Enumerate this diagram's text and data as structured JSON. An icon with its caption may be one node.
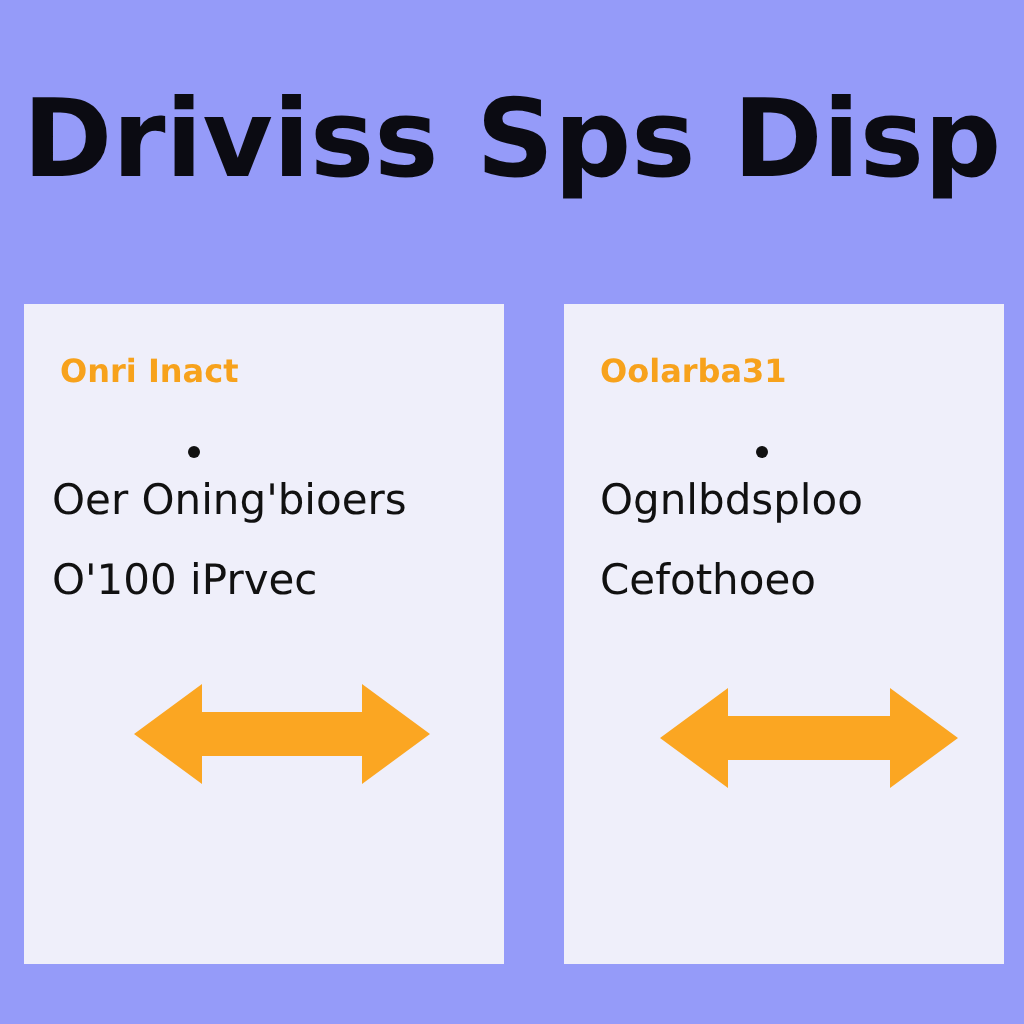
{
  "diagram": {
    "title": "Driviss Sps Disp",
    "nodes": [
      {
        "text": [
          "Onri Inact",
          "Oer Oning'bioers",
          "O'100 iPrvec"
        ]
      },
      {
        "text": [
          "Oolarba31",
          "Ognlbdsploo",
          "Cefothoeo"
        ]
      }
    ]
  }
}
